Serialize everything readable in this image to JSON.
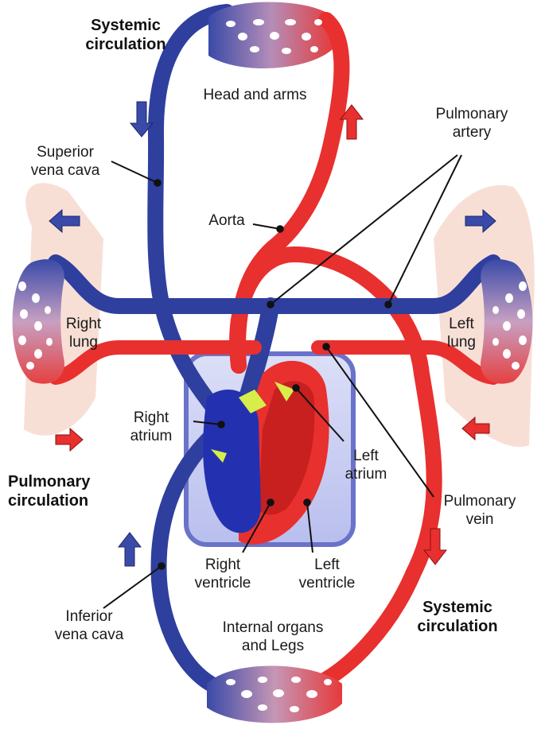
{
  "titles": {
    "systemic_top": [
      "Systemic",
      "circulation"
    ],
    "pulmonary": [
      "Pulmonary",
      "circulation"
    ],
    "systemic_bottom": [
      "Systemic",
      "circulation"
    ]
  },
  "labels": {
    "head_and_arms": "Head and arms",
    "pulmonary_artery": [
      "Pulmonary",
      "artery"
    ],
    "superior_vena_cava": [
      "Superior",
      "vena cava"
    ],
    "aorta": "Aorta",
    "right_lung": [
      "Right",
      "lung"
    ],
    "left_lung": [
      "Left",
      "lung"
    ],
    "right_atrium": [
      "Right",
      "atrium"
    ],
    "left_atrium": [
      "Left",
      "atrium"
    ],
    "pulmonary_vein": [
      "Pulmonary",
      "vein"
    ],
    "right_ventricle": [
      "Right",
      "ventricle"
    ],
    "left_ventricle": [
      "Left",
      "ventricle"
    ],
    "inferior_vena_cava": [
      "Inferior",
      "vena cava"
    ],
    "internal_organs": [
      "Internal organs",
      "and Legs"
    ]
  },
  "colors": {
    "oxygenated": "#e8302f",
    "deoxygenated": "#2e3f9e",
    "lung_tint": "#f7d9cf",
    "heart_box": "#c9cdf0",
    "valve": "#d7ee4a"
  }
}
